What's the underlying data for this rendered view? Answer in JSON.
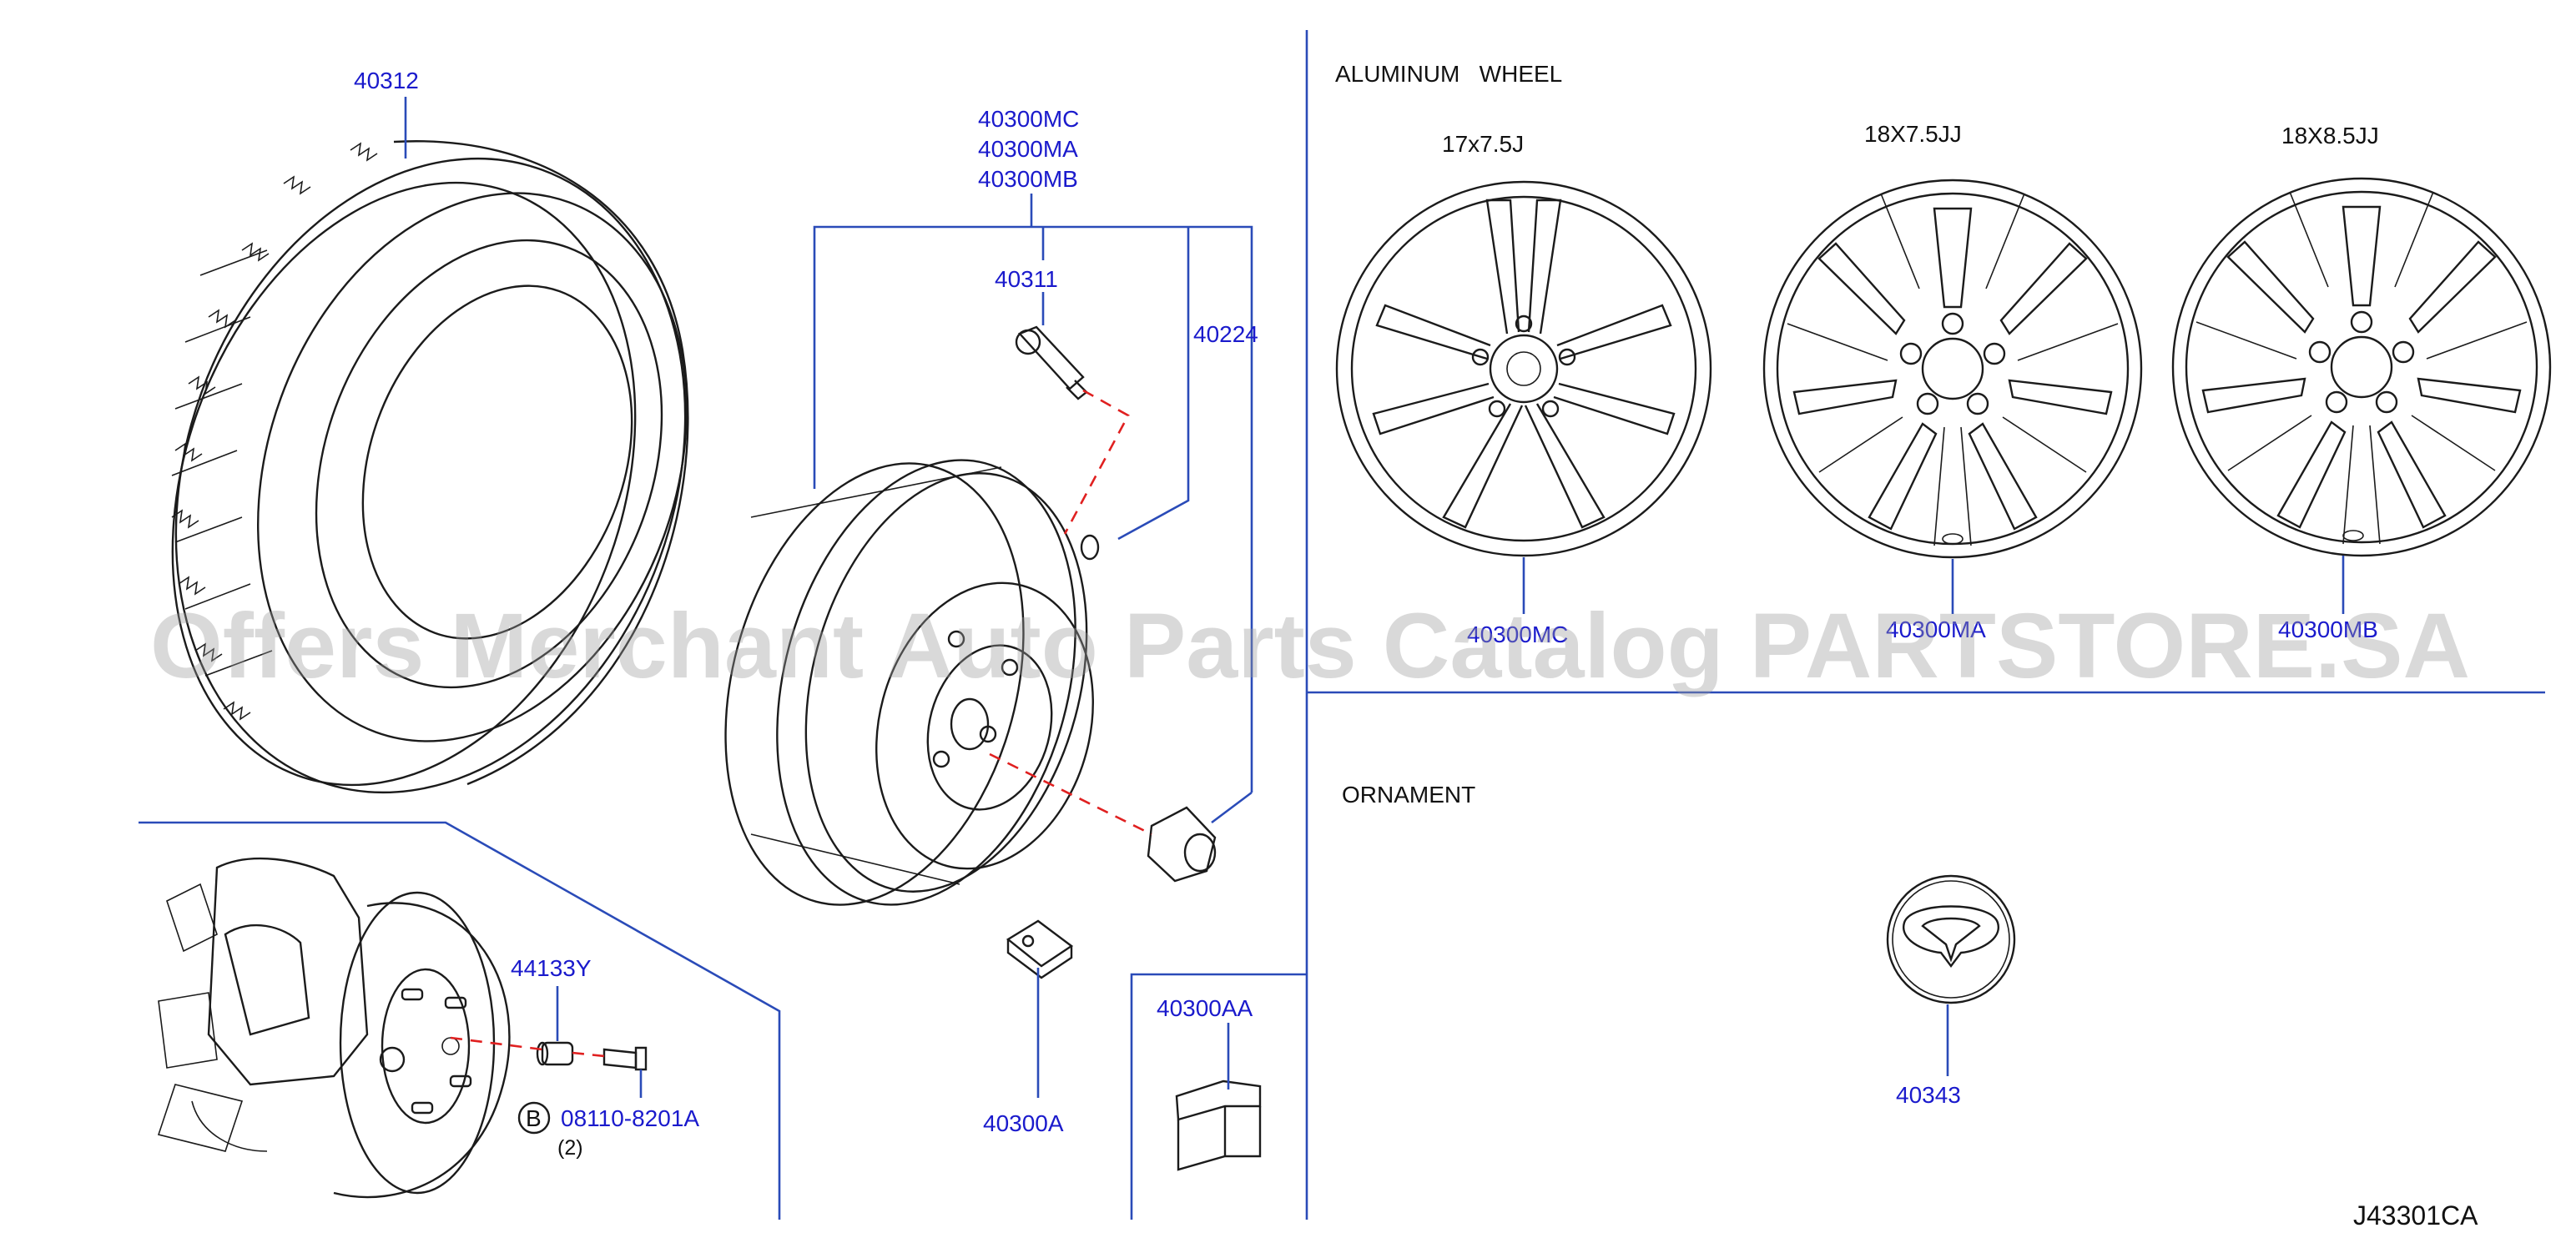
{
  "sections": {
    "aluminum_wheel_title": "ALUMINUM   WHEEL",
    "ornament_title": "ORNAMENT"
  },
  "wheel_sizes": {
    "a": "17x7.5J",
    "b": "18X7.5JJ",
    "c": "18X8.5JJ"
  },
  "parts": {
    "tire": "40312",
    "wheel_mc": "40300MC",
    "wheel_ma": "40300MA",
    "wheel_mb": "40300MB",
    "valve": "40311",
    "nut": "40224",
    "weight_a": "40300A",
    "weight_aa": "40300AA",
    "hub_bolt": "44133Y",
    "ornament": "40343",
    "bolt_code": "08110-8201A",
    "bolt_qty": "(2)",
    "bolt_callout": "B",
    "below_mc": "40300MC",
    "below_ma": "40300MA",
    "below_mb": "40300MB"
  },
  "watermark": "Offers Merchant Auto Parts Catalog PARTSTORE.SA",
  "diagram_code": "J43301CA",
  "colors": {
    "part_number": "#1a1acc",
    "leader_line": "#2a4bb8",
    "dashed_guide": "#e02020",
    "ink": "#1b1b1b"
  }
}
